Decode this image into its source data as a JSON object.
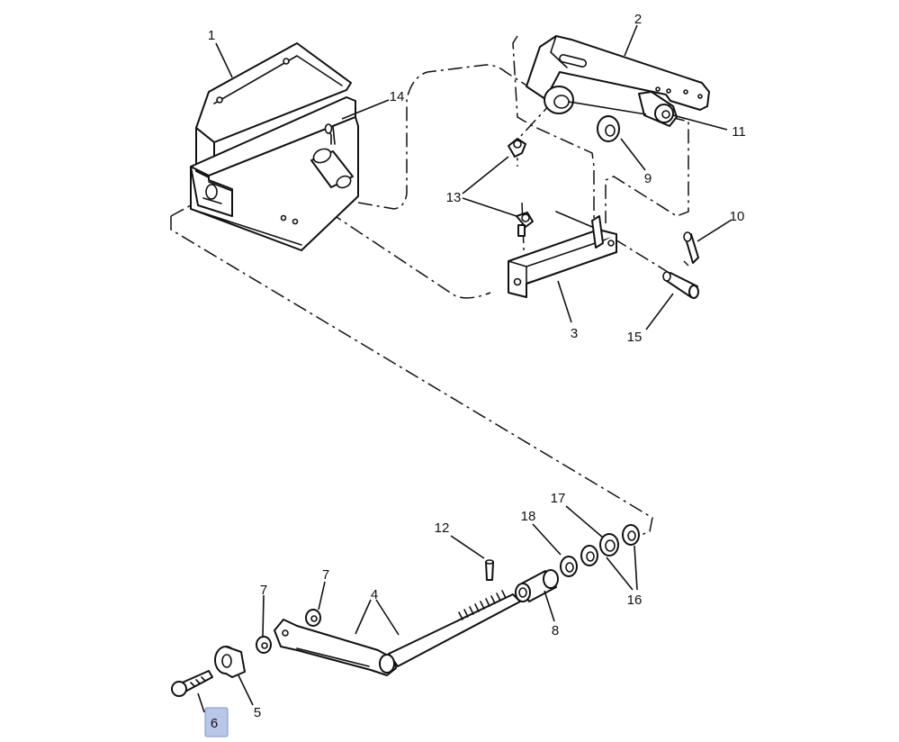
{
  "diagram": {
    "callouts": {
      "c1": "1",
      "c2": "2",
      "c3": "3",
      "c4": "4",
      "c5": "5",
      "c6": "6",
      "c7a": "7",
      "c7b": "7",
      "c8": "8",
      "c9": "9",
      "c10": "10",
      "c11": "11",
      "c12": "12",
      "c13": "13",
      "c14": "14",
      "c15": "15",
      "c16": "16",
      "c17": "17",
      "c18": "18"
    },
    "highlight": {
      "fill": "#b9c6e8",
      "stroke": "#7d92c8",
      "item": "6"
    }
  }
}
